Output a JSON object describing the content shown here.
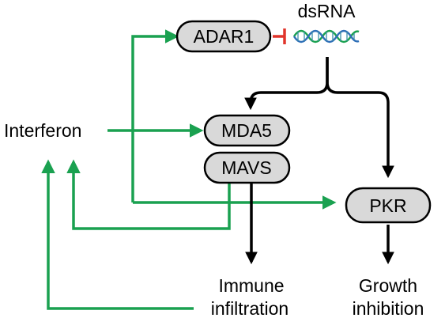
{
  "nodes": {
    "adar1": "ADAR1",
    "mda5": "MDA5",
    "mavs": "MAVS",
    "pkr": "PKR"
  },
  "labels": {
    "dsrna": "dsRNA",
    "interferon": "Interferon",
    "immune_line1": "Immune",
    "immune_line2": "infiltration",
    "growth_line1": "Growth",
    "growth_line2": "inhibition"
  },
  "icons": {
    "dsrna": "dna-helix-icon"
  },
  "colors": {
    "activation_arrow": "#1aa150",
    "inhibition": "#e0342b",
    "flow_arrow": "#000000",
    "node_fill": "#d9d9d9",
    "dna_strand_a": "#1aa150",
    "dna_strand_b": "#2e6fb7"
  }
}
